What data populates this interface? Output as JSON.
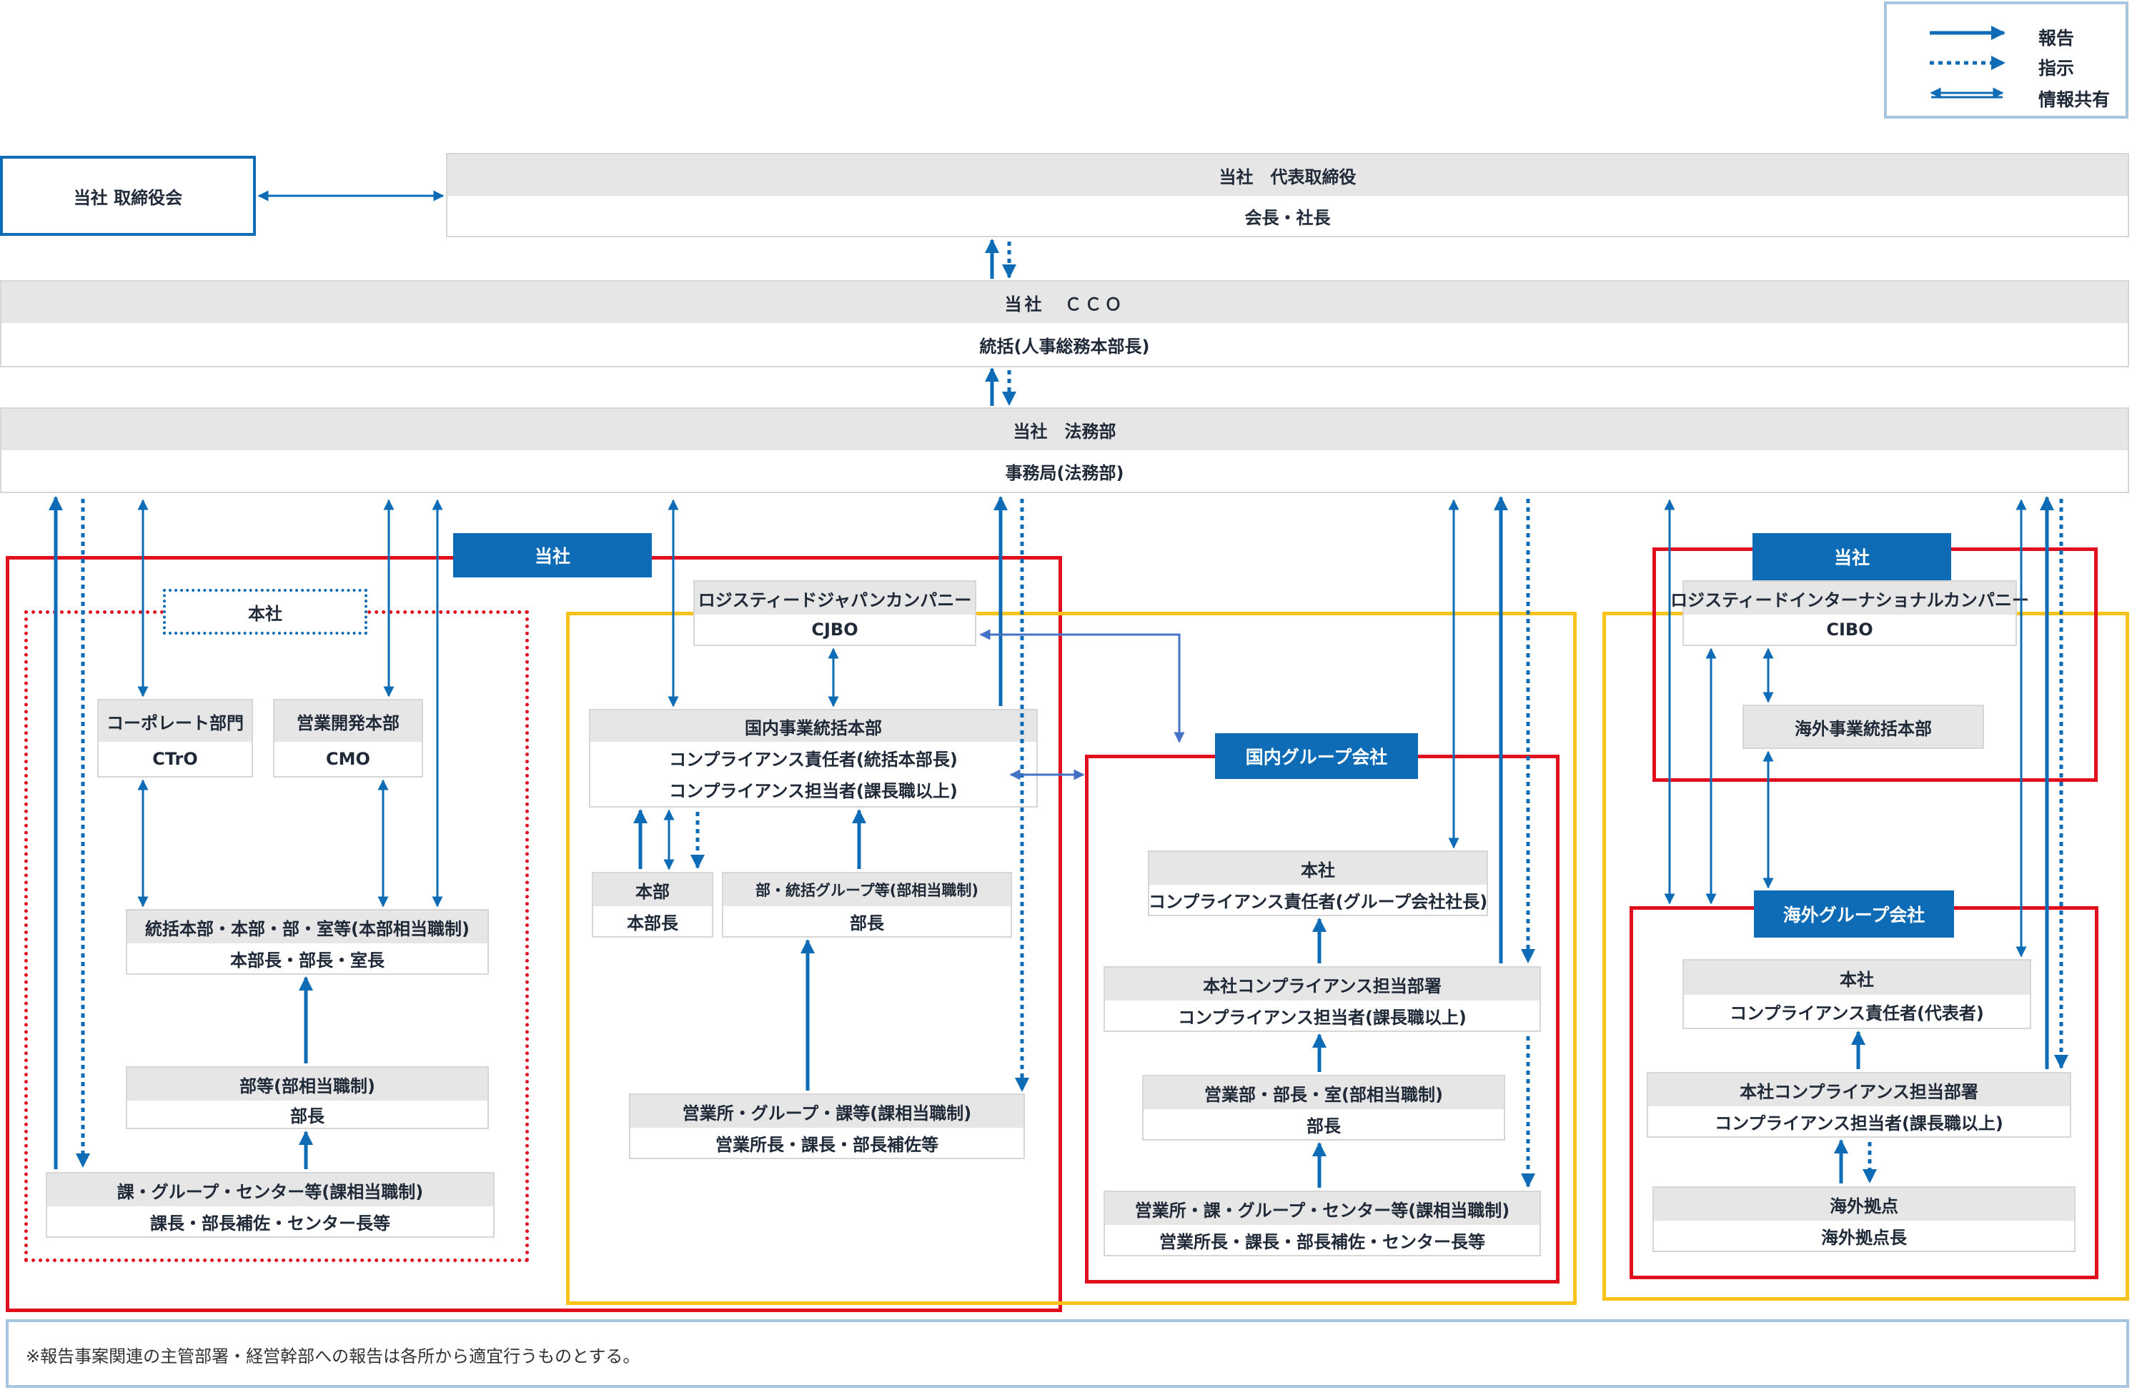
{
  "legend": {
    "report": "報告",
    "instruct": "指示",
    "share": "情報共有"
  },
  "top": {
    "board": "当社 取締役会",
    "ceo_title": "当社　代表取締役",
    "ceo_sub": "会長・社長",
    "cco_title": "当社　ＣＣＯ",
    "cco_sub": "統括(人事総務本部長)",
    "legal_title": "当社　法務部",
    "legal_sub": "事務局(法務部)"
  },
  "left": {
    "tab": "当社",
    "honsha": "本社",
    "corporate_title": "コーポレート部門",
    "corporate_sub": "CTrO",
    "sales_dev_title": "営業開発本部",
    "sales_dev_sub": "CMO",
    "hq_title": "統括本部・本部・部・室等(本部相当職制)",
    "hq_sub": "本部長・部長・室長",
    "dept_title": "部等(部相当職制)",
    "dept_sub": "部長",
    "section_title": "課・グループ・センター等(課相当職制)",
    "section_sub": "課長・部長補佐・センター長等"
  },
  "cjbo": {
    "title": "ロジスティードジャパンカンパニー",
    "sub": "CJBO",
    "domestic_hq_title": "国内事業統括本部",
    "domestic_hq_line2": "コンプライアンス責任者(統括本部長)",
    "domestic_hq_line3": "コンプライアンス担当者(課長職以上)",
    "honbu_title": "本部",
    "honbu_sub": "本部長",
    "dept_title": "部・統括グループ等(部相当職制)",
    "dept_sub": "部長",
    "office_title": "営業所・グループ・課等(課相当職制)",
    "office_sub": "営業所長・課長・部長補佐等"
  },
  "domestic_group": {
    "tab": "国内グループ会社",
    "hq_title": "本社",
    "hq_sub": "コンプライアンス責任者(グループ会社社長)",
    "comp_dept_title": "本社コンプライアンス担当部署",
    "comp_dept_sub": "コンプライアンス担当者(課長職以上)",
    "sales_title": "営業部・部長・室(部相当職制)",
    "sales_sub": "部長",
    "office_title": "営業所・課・グループ・センター等(課相当職制)",
    "office_sub": "営業所長・課長・部長補佐・センター長等"
  },
  "cibo": {
    "tab": "当社",
    "title": "ロジスティードインターナショナルカンパニー",
    "sub": "CIBO",
    "overseas_hq": "海外事業統括本部"
  },
  "overseas_group": {
    "tab": "海外グループ会社",
    "hq_title": "本社",
    "hq_sub": "コンプライアンス責任者(代表者)",
    "comp_dept_title": "本社コンプライアンス担当部署",
    "comp_dept_sub": "コンプライアンス担当者(課長職以上)",
    "base_title": "海外拠点",
    "base_sub": "海外拠点長"
  },
  "footnote": "※報告事案関連の主管部署・経営幹部への報告は各所から適宜行うものとする。",
  "colors": {
    "blue": "#0d6cb5",
    "red": "#e0101f",
    "yellow": "#f7c21a",
    "gray_header": "#e6e6e6",
    "frame_light_blue": "#a7c4e0"
  }
}
